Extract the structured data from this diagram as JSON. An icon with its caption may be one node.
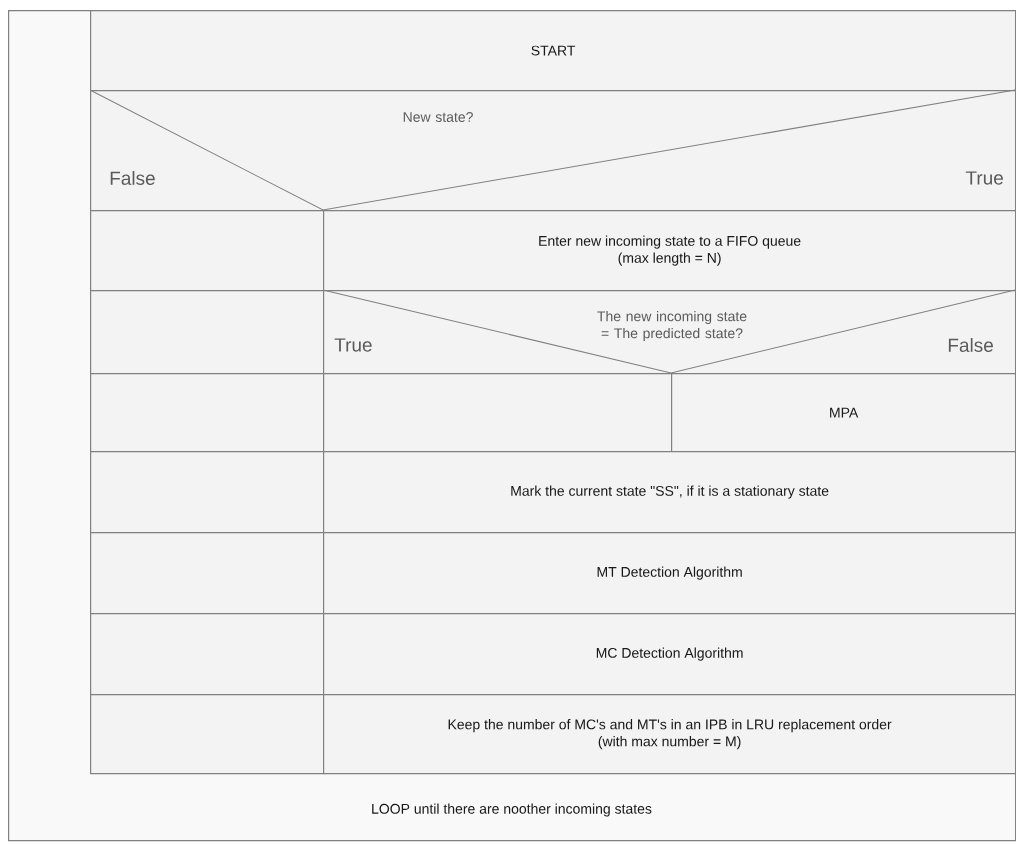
{
  "diagram": {
    "nodes": [
      {
        "text": [
          "LOOP until there are noother incoming states"
        ]
      },
      {
        "text": [
          "START"
        ],
        "in": 0
      },
      {
        "text": [
          "New state?",
          "False",
          "True"
        ],
        "in": 0
      },
      {
        "text": [],
        "shape": "box",
        "in": 0
      },
      {
        "text": [
          "Enter new incoming state to a FIFO queue (max length = N)"
        ],
        "in": 0
      },
      {
        "text": [],
        "shape": "box",
        "in": 0
      },
      {
        "text": [
          "The new incoming state = The predicted state?",
          "True",
          "False"
        ],
        "in": 0
      },
      {
        "text": [],
        "shape": "box",
        "in": 0
      },
      {
        "text": [],
        "shape": "box",
        "in": 0
      },
      {
        "text": [
          "MPA"
        ],
        "in": 0
      },
      {
        "text": [],
        "shape": "box",
        "in": 0
      },
      {
        "text": [
          "Mark the current state \"SS\", if it is a stationary state"
        ],
        "in": 0
      },
      {
        "text": [],
        "shape": "box",
        "in": 0
      },
      {
        "text": [
          "MT Detection Algorithm"
        ],
        "in": 0
      },
      {
        "text": [],
        "shape": "box",
        "in": 0
      },
      {
        "text": [
          "MC Detection Algorithm"
        ],
        "in": 0
      },
      {
        "text": [],
        "shape": "box",
        "in": 0
      },
      {
        "text": [
          "Keep the number of MC's and MT's in an IPB in LRU replacement order (with max number = M)"
        ],
        "in": 0
      }
    ]
  }
}
